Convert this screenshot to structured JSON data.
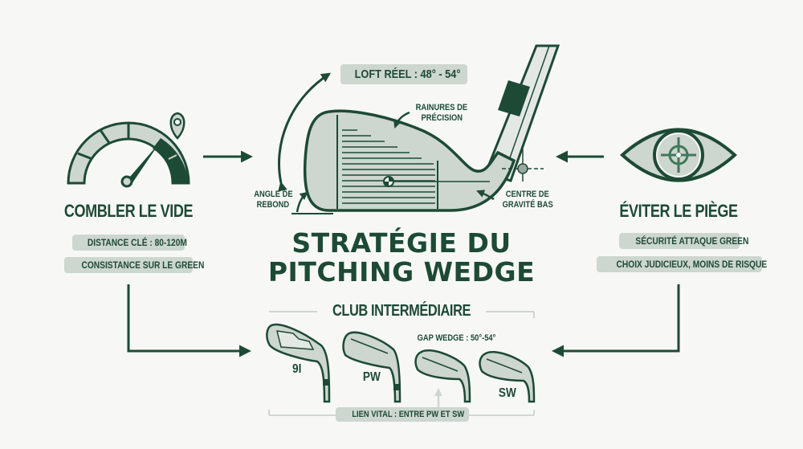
{
  "title": {
    "line1": "STRATÉGIE DU",
    "line2": "PITCHING WEDGE"
  },
  "left_section": {
    "icon": "gauge-icon",
    "heading": "COMBLER LE VIDE",
    "pills": [
      "DISTANCE CLÉ : 80-120M",
      "CONSISTANCE SUR LE GREEN"
    ]
  },
  "right_section": {
    "icon": "eye-target-icon",
    "heading": "ÉVITER LE PIÈGE",
    "pills": [
      "SÉCURITÉ ATTAQUE GREEN",
      "CHOIX JUDICIEUX, MOINS DE RISQUE"
    ]
  },
  "club_diagram": {
    "loft_label": "LOFT RÉEL : 48° - 54°",
    "grooves_label": [
      "RAINURES DE",
      "PRÉCISION"
    ],
    "bounce_label": [
      "ANGLE DE",
      "REBOND"
    ],
    "cog_label": [
      "CENTRE DE",
      "GRAVITÉ BAS"
    ]
  },
  "club_lineup": {
    "heading": "CLUB INTERMÉDIAIRE",
    "clubs": [
      {
        "label": "9I"
      },
      {
        "label": "PW"
      },
      {
        "label": ""
      },
      {
        "label": "SW"
      }
    ],
    "gap_wedge_label": "GAP WEDGE : 50°-54°",
    "link_label": "LIEN VITAL : ENTRE PW ET SW"
  },
  "colors": {
    "dark_green": "#1d4a35",
    "mid_green": "#3f7a5a",
    "light_gray_green": "#cdd6cf",
    "background": "#f7f8f6"
  }
}
